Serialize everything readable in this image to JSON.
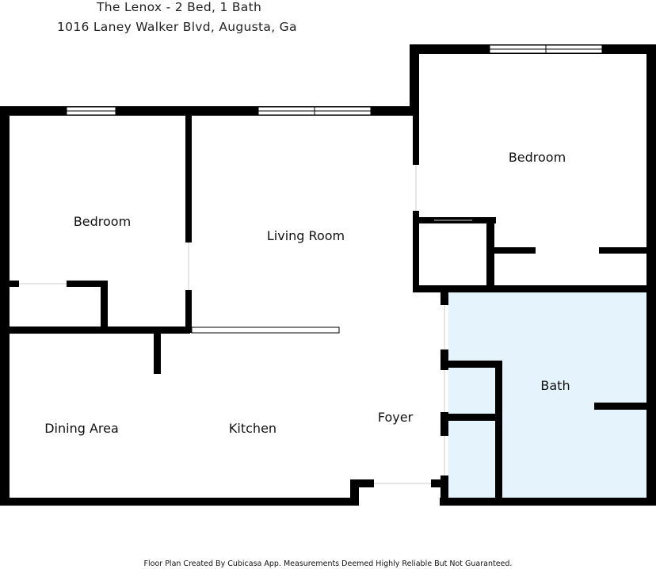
{
  "header": {
    "title": "The Lenox - 2 Bed, 1 Bath",
    "address": "1016 Laney Walker Blvd, Augusta, Ga"
  },
  "rooms": {
    "bedroom_left": "Bedroom",
    "bedroom_right": "Bedroom",
    "living_room": "Living Room",
    "dining_area": "Dining Area",
    "kitchen": "Kitchen",
    "foyer": "Foyer",
    "bath": "Bath"
  },
  "colors": {
    "bath_fill": "#e4f3fc",
    "wall": "#000000"
  },
  "footer": {
    "disclaimer": "Floor Plan Created By Cubicasa App. Measurements Deemed Highly Reliable But Not Guaranteed."
  }
}
